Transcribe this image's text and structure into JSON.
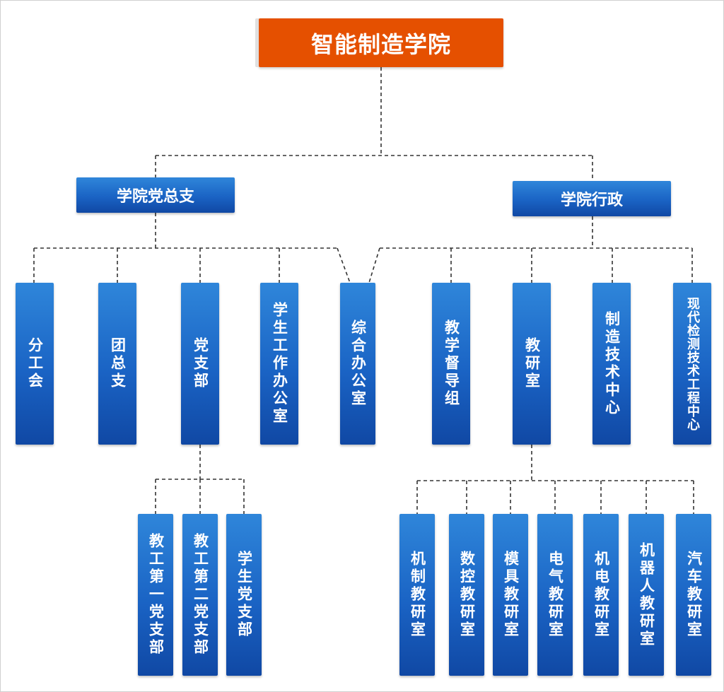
{
  "root": {
    "label": "智能制造学院"
  },
  "branches": [
    {
      "label": "学院党总支"
    },
    {
      "label": "学院行政"
    }
  ],
  "departments": [
    {
      "label": "分工会"
    },
    {
      "label": "团总支"
    },
    {
      "label": "党支部"
    },
    {
      "label": "学生工作办公室"
    },
    {
      "label": "综合办公室"
    },
    {
      "label": "教学督导组"
    },
    {
      "label": "教研室"
    },
    {
      "label": "制造技术中心"
    },
    {
      "label": "现代检测技术工程中心"
    }
  ],
  "party_branches": [
    {
      "label": "教工第一党支部"
    },
    {
      "label": "教工第二党支部"
    },
    {
      "label": "学生党支部"
    }
  ],
  "teaching_offices": [
    {
      "label": "机制教研室"
    },
    {
      "label": "数控教研室"
    },
    {
      "label": "模具教研室"
    },
    {
      "label": "电气教研室"
    },
    {
      "label": "机电教研室"
    },
    {
      "label": "机器人教研室"
    },
    {
      "label": "汽车教研室"
    }
  ],
  "colors": {
    "root": "#e55000",
    "node": "#1a63c4",
    "connector": "#333333"
  }
}
